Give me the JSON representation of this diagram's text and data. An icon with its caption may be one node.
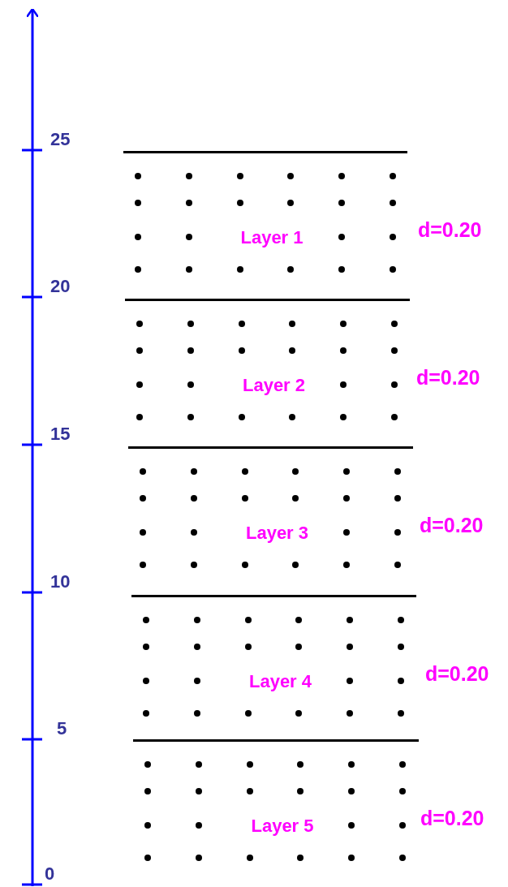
{
  "diagram": {
    "nodes": [
      {
        "text": [
          "Layer 1"
        ],
        "beside": [
          "d=0.20"
        ]
      },
      {
        "text": [
          "Layer 2"
        ],
        "beside": [
          "d=0.20"
        ]
      },
      {
        "text": [
          "Layer 3"
        ],
        "beside": [
          "d=0.20"
        ]
      },
      {
        "text": [
          "Layer 4"
        ],
        "beside": [
          "d=0.20"
        ]
      },
      {
        "text": [
          "Layer 5"
        ],
        "beside": [
          "d=0.20"
        ]
      }
    ],
    "labels": [
      "25",
      "20",
      "15",
      "10",
      "5",
      "0"
    ]
  }
}
